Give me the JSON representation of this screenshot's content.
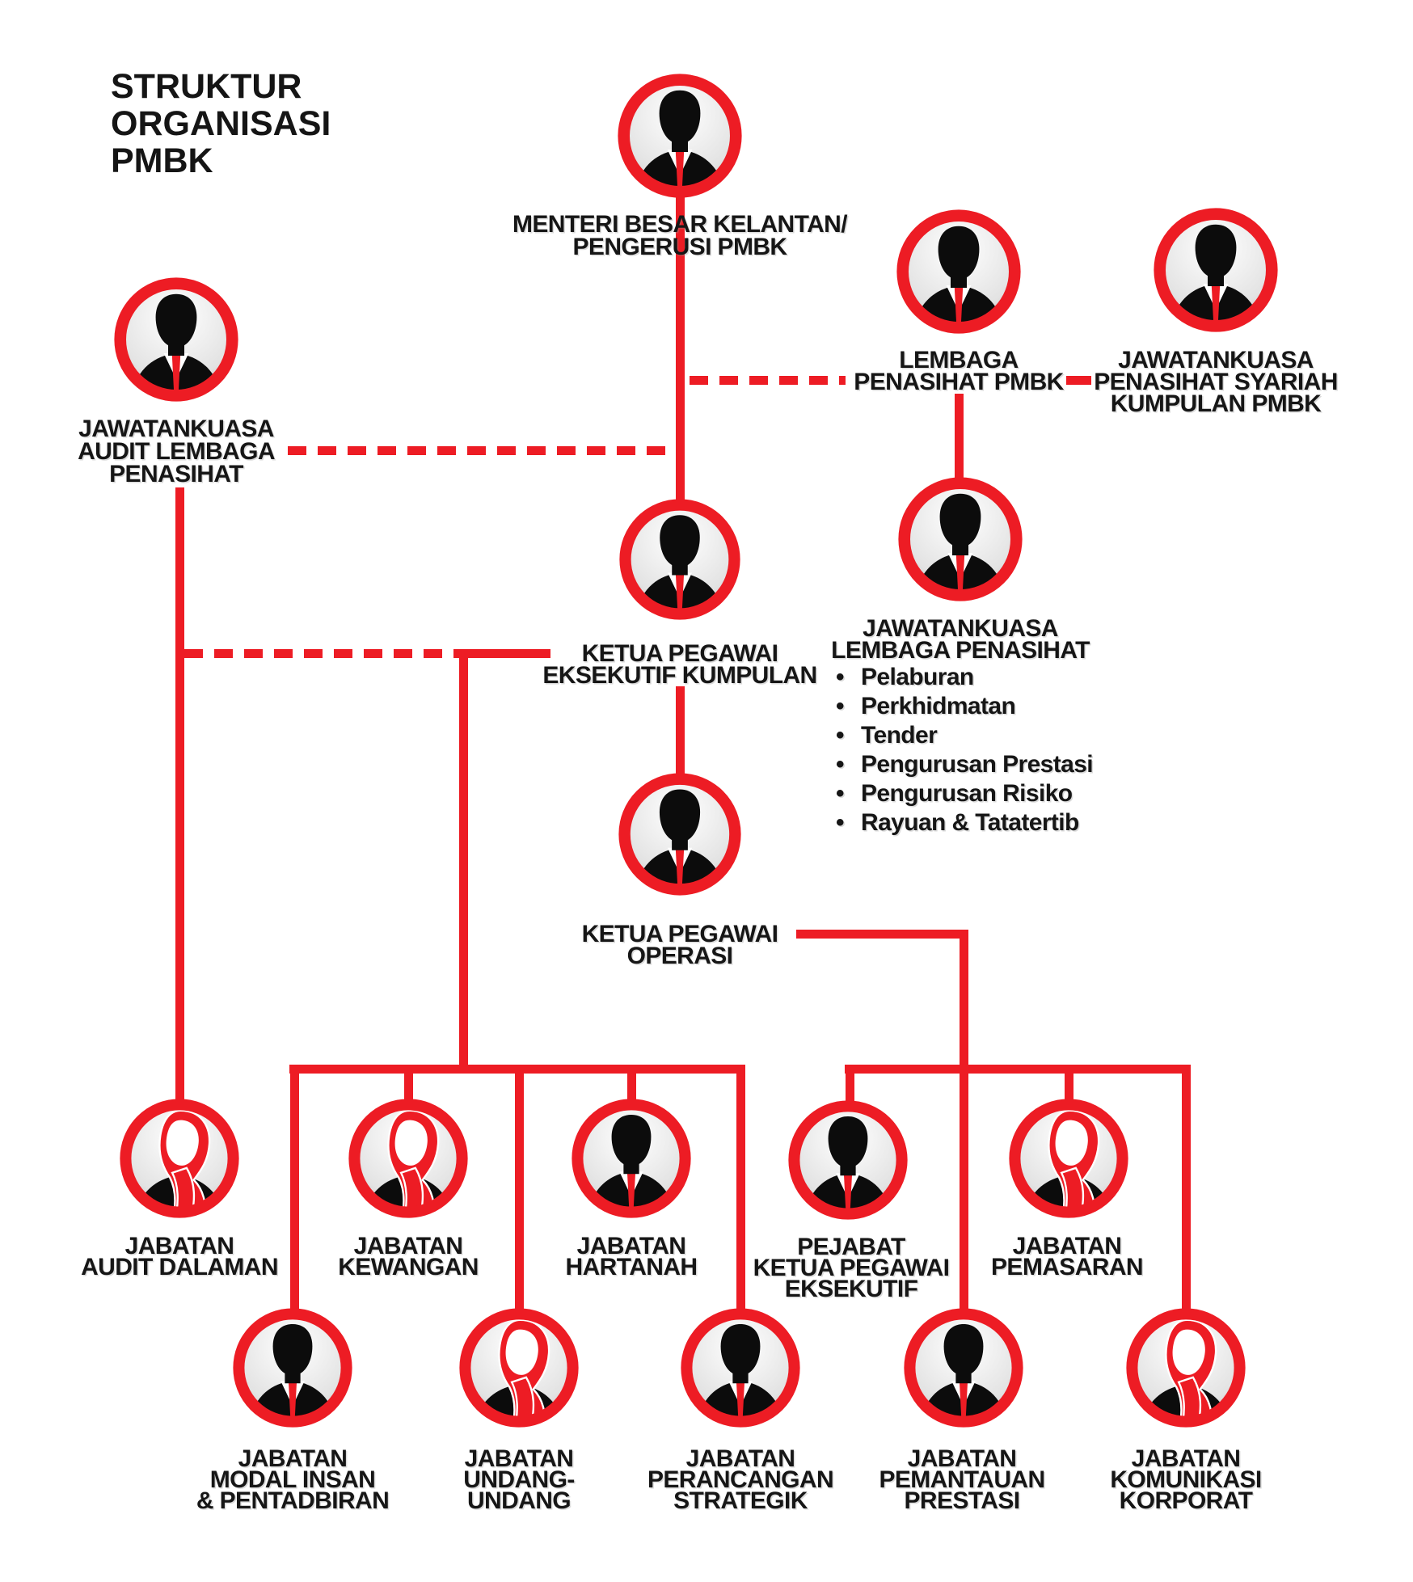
{
  "colors": {
    "accent": "#ed1c24",
    "text": "#161616",
    "background": "#ffffff"
  },
  "icons": {
    "male": "male-avatar-icon",
    "female": "female-avatar-icon"
  },
  "title": {
    "lines": [
      "STRUKTUR",
      "ORGANISASI",
      "PMBK"
    ]
  },
  "nodes": {
    "menteri": {
      "avatar": "male",
      "lines": [
        "MENTERI BESAR KELANTAN/",
        "PENGERUSI PMBK"
      ]
    },
    "lembaga": {
      "avatar": "male",
      "lines": [
        "LEMBAGA",
        "PENASIHAT PMBK"
      ]
    },
    "syariah": {
      "avatar": "male",
      "lines": [
        "JAWATANKUASA",
        "PENASIHAT SYARIAH",
        "KUMPULAN PMBK"
      ]
    },
    "audit_jk": {
      "avatar": "male",
      "lines": [
        "JAWATANKUASA",
        "AUDIT LEMBAGA",
        "PENASIHAT"
      ]
    },
    "kpek": {
      "avatar": "male",
      "lines": [
        "KETUA PEGAWAI",
        "EKSEKUTIF KUMPULAN"
      ]
    },
    "jlp": {
      "avatar": "male",
      "lines": [
        "JAWATANKUASA",
        "LEMBAGA PENASIHAT"
      ],
      "bullets": [
        "Pelaburan",
        "Perkhidmatan",
        "Tender",
        "Pengurusan Prestasi",
        "Pengurusan Risiko",
        "Rayuan & Tatatertib"
      ]
    },
    "kpo": {
      "avatar": "male",
      "lines": [
        "KETUA PEGAWAI",
        "OPERASI"
      ]
    },
    "row1": [
      {
        "avatar": "female",
        "lines": [
          "JABATAN",
          "AUDIT DALAMAN"
        ]
      },
      {
        "avatar": "female",
        "lines": [
          "JABATAN",
          "KEWANGAN"
        ]
      },
      {
        "avatar": "male",
        "lines": [
          "JABATAN",
          "HARTANAH"
        ]
      },
      {
        "avatar": "male",
        "lines": [
          "PEJABAT",
          "KETUA PEGAWAI",
          "EKSEKUTIF"
        ]
      },
      {
        "avatar": "female",
        "lines": [
          "JABATAN",
          "PEMASARAN"
        ]
      }
    ],
    "row2": [
      {
        "avatar": "male",
        "lines": [
          "JABATAN",
          "MODAL INSAN",
          "& PENTADBIRAN"
        ]
      },
      {
        "avatar": "female",
        "lines": [
          "JABATAN",
          "UNDANG-",
          "UNDANG"
        ]
      },
      {
        "avatar": "male",
        "lines": [
          "JABATAN",
          "PERANCANGAN",
          "STRATEGIK"
        ]
      },
      {
        "avatar": "male",
        "lines": [
          "JABATAN",
          "PEMANTAUAN",
          "PRESTASI"
        ]
      },
      {
        "avatar": "female",
        "lines": [
          "JABATAN",
          "KOMUNIKASI",
          "KORPORAT"
        ]
      }
    ]
  }
}
